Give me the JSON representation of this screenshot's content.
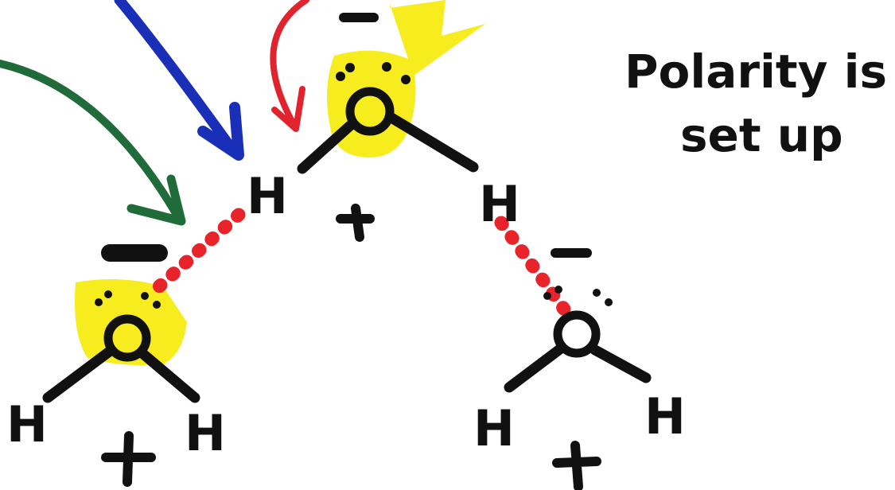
{
  "caption": {
    "line1": "Polarity is",
    "line2": "set up"
  },
  "atoms": {
    "h_left_bottom": "H",
    "h_left_right": "H",
    "h_top_left": "H",
    "h_top_right": "H",
    "h_right_left": "H",
    "h_right_right": "H"
  },
  "colors": {
    "highlight": "#f7ec1e",
    "hydrogen_bond": "#e8232a",
    "arrow_blue": "#1a2fb8",
    "arrow_red": "#e0232d",
    "arrow_green": "#1f6b3a",
    "arrow_yellow": "#f7ec1e",
    "ink": "#111111"
  }
}
